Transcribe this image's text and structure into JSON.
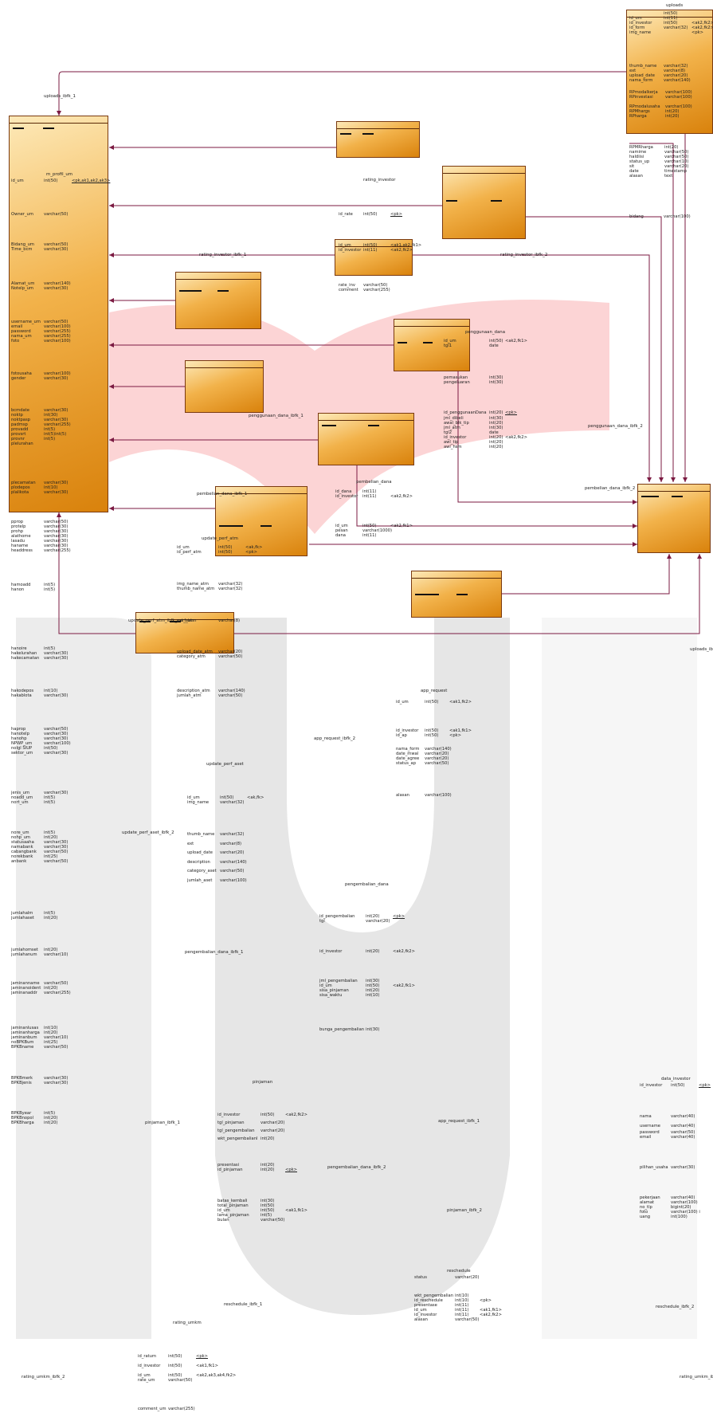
{
  "diagram": {
    "tables": [
      {
        "id": "uploads",
        "name": "uploads"
      },
      {
        "id": "m_profil_um",
        "name": "m_profil_um"
      },
      {
        "id": "rating_investor",
        "name": "rating_investor"
      },
      {
        "id": "penggunaan_dana",
        "name": "penggunaan_dana"
      },
      {
        "id": "pembelian_dana",
        "name": "pembelian_dana"
      },
      {
        "id": "update_perf_atm",
        "name": "update_perf_atm"
      },
      {
        "id": "app_request",
        "name": "app_request"
      },
      {
        "id": "update_perf_aset",
        "name": "update_perf_aset"
      },
      {
        "id": "pengembalian_dana",
        "name": "pengembalian_dana"
      },
      {
        "id": "pinjaman",
        "name": "pinjaman"
      },
      {
        "id": "data_investor",
        "name": "data_investor"
      },
      {
        "id": "reschedule",
        "name": "reschedule"
      },
      {
        "id": "rating_umkm",
        "name": "rating_umkm"
      }
    ],
    "relations": [
      {
        "id": "uploads_fk1",
        "name": "uploads_ibfk_1"
      },
      {
        "id": "uploads_fk2",
        "name": "uploads_ib"
      },
      {
        "id": "rating_inv_fk1",
        "name": "rating_investor_ibfk_1"
      },
      {
        "id": "rating_inv_fk2",
        "name": "rating_investor_ibfk_2"
      },
      {
        "id": "penggunaan_fk1",
        "name": "penggunaan_dana_ibfk_1"
      },
      {
        "id": "penggunaan_fk2",
        "name": "penggunaan_dana_ibfk_2"
      },
      {
        "id": "pembelian_fk1",
        "name": "pembelian_dana_ibfk_1"
      },
      {
        "id": "pembelian_fk2",
        "name": "pembelian_dana_ibfk_2"
      },
      {
        "id": "update_atm_fk1",
        "name": "update_perf_atm_ibfk_perf_atm"
      },
      {
        "id": "app_request_fk2",
        "name": "app_request_ibfk_2"
      },
      {
        "id": "app_request_fk1",
        "name": "app_request_ibfk_1"
      },
      {
        "id": "update_aset_fk2",
        "name": "update_perf_aset_ibfk_2"
      },
      {
        "id": "pengembalian_fk1",
        "name": "pengembalian_dana_ibfk_1"
      },
      {
        "id": "pengembalian_fk2",
        "name": "pengembalian_dana_ibfk_2"
      },
      {
        "id": "pinjaman_fk1",
        "name": "pinjaman_ibfk_1"
      },
      {
        "id": "pinjaman_fk2",
        "name": "pinjaman_ibfk_2"
      },
      {
        "id": "reschedule_fk1",
        "name": "reschedule_ibfk_1"
      },
      {
        "id": "reschedule_fk2",
        "name": "reschedule_ibfk_2"
      },
      {
        "id": "rating_umkm_fk2",
        "name": "rating_umkm_ibfk_2"
      },
      {
        "id": "rating_umkm_fk1",
        "name": "rating_umkm_ibf"
      }
    ],
    "columns": {
      "uploads_a": "id_um\nid_investor\nid_form\nimg_name",
      "uploads_a_t": "int(50)\nint(11)\nint(50)\nvarchar(32)",
      "uploads_a_k": "\n<ak2,fk2>\n<ak2,fk2>\n<pk>",
      "uploads_b": "thumb_name\next\nupload_date\nnama_form",
      "uploads_b_t": "varchar(32)\nvarchar(8)\nvarchar(20)\nvarchar(140)",
      "uploads_c": "RPmodalkerja\nRPinvestasi\n\nRPmodalusaha\nRPMhargs\nRPharga",
      "uploads_c_t": "varchar(100)\nvarchar(100)\n\nvarchar(100)\nint(20)\nint(20)",
      "uploads_d": "RPMRharga\nnamime\nhaldiisi\nstatus_up\nsit\ndate\nalasan",
      "uploads_d_t": "int(20)\nvarchar(50)\nvarchar(50)\nvarchar(10)\nvarchar(20)\ntimestamp\ntext",
      "uploads_e": "bidang",
      "uploads_e_t": "varchar(100)",
      "mp_a": "id_um",
      "mp_a_t": "int(50)",
      "mp_a_k": "<pk,ak1,ak2,ak3>",
      "mp_b": "Owner_um",
      "mp_b_t": "varchar(50)",
      "mp_c": "Bidang_um\nTime_bcm",
      "mp_c_t": "varchar(50)\nvarchar(30)",
      "mp_d": "Alamat_um\nNotelp_um",
      "mp_d_t": "varchar(140)\nvarchar(30)",
      "mp_e": "username_um\nemail\npassword\nnama_um\nfoto",
      "mp_e_t": "varchar(50)\nvarchar(100)\nvarchar(255)\nvarchar(255)\nvarchar(100)",
      "mp_f": "fotousaha\ngender",
      "mp_f_t": "varchar(100)\nvarchar(30)",
      "mp_g": "bcmdate\nnoktp\nnoktpasp\npadmsp\nprovadd\nprovsrt\nprovnr\nplelurahan",
      "mp_g_t": "varchar(30)\nint(30)\nvarchar(30)\nvarchar(255)\nint(5)\nint(5)int(5)\nint(5)",
      "mp_h": "plecamatan\nplodepos\nplalikota",
      "mp_h_t": "varchar(30)\nint(10)\nvarchar(30)",
      "mp_i": "pprop\nprotelp\nprohp\nalathome\nlasadu\nhaname\nheaddress",
      "mp_i_t": "varchar(50)\nvarchar(30)\nvarchar(30)\nvarchar(30)\nvarchar(30)\nvarchar(30)\nvarchar(255)",
      "mp_j": "hamoadd\nhanon",
      "mp_j_t": "int(5)\nint(5)",
      "mp_k": "hanoire\nhakelurahan\nhakecamatan",
      "mp_k_t": "int(5)\nvarchar(30)\nvarchar(30)",
      "mp_l": "hakodepos\nhakablota",
      "mp_l_t": "int(10)\nvarchar(30)",
      "mp_m": "haprop\nhanotelp\nhanohp\nNPWP_um\nnoIgl SIUP\nsektor_um",
      "mp_m_t": "varchar(50)\nvarchar(30)\nvarchar(30)\nvarchar(100)\nint(50)\nvarchar(30)",
      "mp_n": "jenis_um\nnoadd_um\nnort_um",
      "mp_n_t": "varchar(30)\nint(5)\nint(5)",
      "mp_o": "nore_um\nnohp_um\nstatusaaha\nnamabank\ncabangbank\nnorekbank\nanbank",
      "mp_o_t": "int(5)\nint(20)\nvarchar(30)\nvarchar(30)\nvarchar(50)\nint(25)\nvarchar(50)",
      "mp_p": "jumlahalm\njumlahaset",
      "mp_p_t": "int(5)\nint(20)",
      "mp_q": "jumlahomset\njumlahanum",
      "mp_q_t": "int(20)\nvarchar(10)",
      "mp_r": "jaminanname\njaminanoident\njaminanaddr",
      "mp_r_t": "varchar(50)\nint(20)\nvarchar(255)",
      "mp_s": "jaminanlusas\njaminanharga\njaminanbum\nnoBPKBum\nBPKBname",
      "mp_s_t": "int(10)\nint(20)\nvarchar(10)\nint(25)\nvarchar(50)",
      "mp_t": "BPKBmerk\nBPKBjenis",
      "mp_t_t": "varchar(30)\nvarchar(30)",
      "mp_u": "BPKByear\nBPKBnopol\nBPKBharga",
      "mp_u_t": "int(5)\nint(20)\nint(20)",
      "ri_a": "id_rate",
      "ri_a_t": "int(50)",
      "ri_a_k": "<pk>",
      "ri_b": "id_um\nid_investor",
      "ri_b_t": "int(50)\nint(11)",
      "ri_b_k": "<ak1,ak2,fk1>\n<ak2,fk2>",
      "ri_c": "rate_inv\ncomment",
      "ri_c_t": "varchar(50)\nvarchar(255)",
      "pd_a": "id_um\ntgl1",
      "pd_a_t": "int(50)",
      "pd_a_k": "<ak2,fk1>",
      "pd_a2": "date",
      "pd_b": "pemasukan\npengeluaran",
      "pd_b_t": "int(30)\nint(30)",
      "pd_c": "id_penggunaanDana",
      "pd_c_t": "int(20)",
      "pd_c_k": "<pk>",
      "pd_d": "jml_dibeli\nawal_blk_tip\njml_atm\ntgl2\nid_investor\nawl_tip\nawl_hsm",
      "pd_d_t": "int(30)\nint(20)\nint(30)\ndate\nint(20)\nint(20)\nint(20)",
      "pd_d_k": "\n\n\n\n<ak2,fk2>\n\n",
      "pb_a": "id_dana\nid_investor",
      "pb_a_t": "int(11)\nint(11)",
      "pb_a_k": "\n<ak2,fk2>",
      "pb_b": "id_um\npesan\ndana",
      "pb_b_t": "int(50)\nvarchar(1000)\nint(11)",
      "pb_b_k": "<ak2,fk1>",
      "ua_a": "id_um\nid_perf_atm",
      "ua_a_t": "int(50)\nint(50)",
      "ua_a_k": "<ak,fk>\n<pk>",
      "ua_b": "img_name_atm\nthumb_name_atm",
      "ua_b_t": "varchar(32)\nvarchar(32)",
      "ua_c": "ext_atm",
      "ua_c_t": "varchar(8)",
      "ua_d": "upload_date_atm\ncategory_atm",
      "ua_d_t": "varchar(20)\nvarchar(50)",
      "ua_e": "description_atm\njumlah_atm",
      "ua_e_t": "varchar(140)\nvarchar(50)",
      "ar_a": "id_um",
      "ar_a_t": "int(50)",
      "ar_a_k": "<ak1,fk2>",
      "ar_b": "id_investor\nid_ap",
      "ar_b_t": "int(50)\nint(50)",
      "ar_b_k": "<ak1,fk1>\n<pk>",
      "ar_c": "nama_form\ndate_mwal\ndate_agree\nstatus_ap",
      "ar_c_t": "varchar(140)\nvarchar(20)\nvarchar(20)\nvarchar(50)",
      "ar_d": "alasan",
      "ar_d_t": "varchar(100)",
      "us_a": "id_um\nimg_name",
      "us_a_t": "int(50)\nvarchar(32)",
      "us_a_k": "<ak,fk>",
      "us_b": "thumb_name\next\nupload_date\ndescription\ncategory_aset\njumlah_aset",
      "us_b_t": "varchar(32)\nvarchar(8)\nvarchar(20)\nvarchar(140)\nvarchar(50)\nvarchar(100)",
      "pg_a": "id_pengembalian\ntgl",
      "pg_a_t": "int(20)\nvarchar(20)",
      "pg_a_k": "<pk>",
      "pg_b": "id_investor",
      "pg_b_t": "int(20)",
      "pg_b_k": "<ak2,fk2>",
      "pg_c": "jml_pengembalian\nid_um\nsisa_pinjaman\nsisa_waktu",
      "pg_c_t": "int(30)\nint(50)\nint(20)\nint(10)",
      "pg_c_k": "\n<ak2,fk1>\n\n",
      "pg_d": "bunga_pengembalian",
      "pg_d_t": "int(30)",
      "pj_a": "id_investor\ntgl_pinjaman\ntgl_pengembalian\nwkt_pengembalianl",
      "pj_a_t": "int(50)\nvarchar(20)\nvarchar(20)\nint(20)",
      "pj_a_k": "<ak2,fk2>\n\n\n",
      "pj_b": "presentasi\nid_pinjaman",
      "pj_b_t": "int(20)\nint(20)",
      "pj_b_k": "\n<pk>",
      "pj_c": "batas_kembali\ntotal_pinjaman\nid_um\nlama_pinjaman\nbulan",
      "pj_c_t": "int(30)\nint(50)\nint(50)\nint(5)\nvarchar(50)",
      "pj_c_k": "\n\n<ak1,fk1>\n\n",
      "di_a": "id_investor",
      "di_a_t": "int(50)",
      "di_a_k": "<pk>",
      "di_b": "nama\nusername",
      "di_b_t": "varchar(40)\nvarchar(40)",
      "di_c": "password\nemail",
      "di_c_t": "varchar(50)\nvarchar(40)",
      "di_d": "pilihan_usaha",
      "di_d_t": "varchar(30)",
      "di_e": "pekerjaan\nalamat\nno_tlp\nfoto\nuang",
      "di_e_t": "varchar(40)\nvarchar(100)\nbigint(20)\nvarchar(100) i\nint(100)",
      "rs_a": "status",
      "rs_a_t": "varchar(20)",
      "rs_b": "wkt_pengembalian\nid_reschedule\npresentase\nid_um\nid_investor\nalasan",
      "rs_b_t": "int(10)\nint(10)\nint(11)\nint(11)\nint(11)\nvarchar(50)",
      "rs_b_k": "\n<pk>\n\n<ak1,fk1>\n<ak2,fk2>\n",
      "ru_a": "id_ratum",
      "ru_a_t": "int(50)",
      "ru_a_k": "<pk>",
      "ru_b": "id_investor",
      "ru_b_t": "int(50)",
      "ru_b_k": "<ak1,fk1>",
      "ru_c": "id_um\nrate_um",
      "ru_c_t": "int(50)\nvarchar(50)",
      "ru_c_k": "<ak2,ak3,ak4,fk2>",
      "ru_d": "comment_um",
      "ru_d_t": "varchar(255)"
    }
  }
}
